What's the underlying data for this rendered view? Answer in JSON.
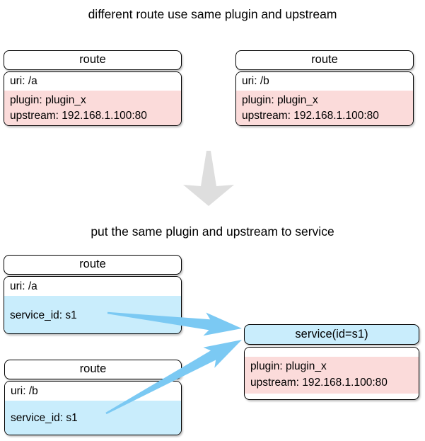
{
  "colors": {
    "background": "#ffffff",
    "text": "#000000",
    "box_border": "#000000",
    "pink_fill": "#fbdbda",
    "blue_fill": "#c9edfc",
    "arrow_blue": "#7bc9f3",
    "arrow_gray": "#dedede"
  },
  "section1": {
    "title": "different route use same plugin and upstream",
    "routes": [
      {
        "header": "route",
        "uri": "uri: /a",
        "plugin": "plugin: plugin_x",
        "upstream": "upstream: 192.168.1.100:80"
      },
      {
        "header": "route",
        "uri": "uri: /b",
        "plugin": "plugin: plugin_x",
        "upstream": "upstream: 192.168.1.100:80"
      }
    ]
  },
  "section2": {
    "title": "put the same plugin and upstream to service",
    "routes": [
      {
        "header": "route",
        "uri": "uri: /a",
        "service_id": "service_id: s1"
      },
      {
        "header": "route",
        "uri": "uri: /b",
        "service_id": "service_id: s1"
      }
    ],
    "service": {
      "header": "service(id=s1)",
      "plugin": "plugin: plugin_x",
      "upstream": "upstream: 192.168.1.100:80"
    }
  }
}
